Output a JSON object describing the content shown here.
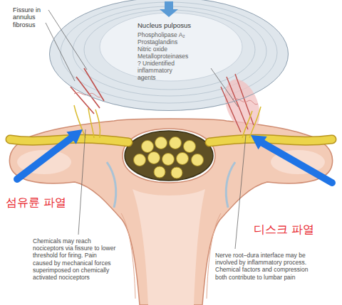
{
  "diagram": {
    "nodes": [
      {
        "text": [
          "Nucleus pulposus",
          "Phospholipase A₂",
          "Prostaglandins",
          "Nitric oxide",
          "Metalloproteinases",
          "? Unidentified inflammatory agents"
        ]
      }
    ],
    "labels": [
      "Fissure in annulus fibrosus",
      "섬유륜 파열",
      "디스크 파열",
      "Chemicals may reach nociceptors via fissure to lower threshold for firing. Pain caused by mechanical forces superimposed on chemically activated nociceptors",
      "Nerve root–dura interface may be involved by inflammatory process. Chemical factors and compression both contribute to lumbar pain"
    ]
  }
}
